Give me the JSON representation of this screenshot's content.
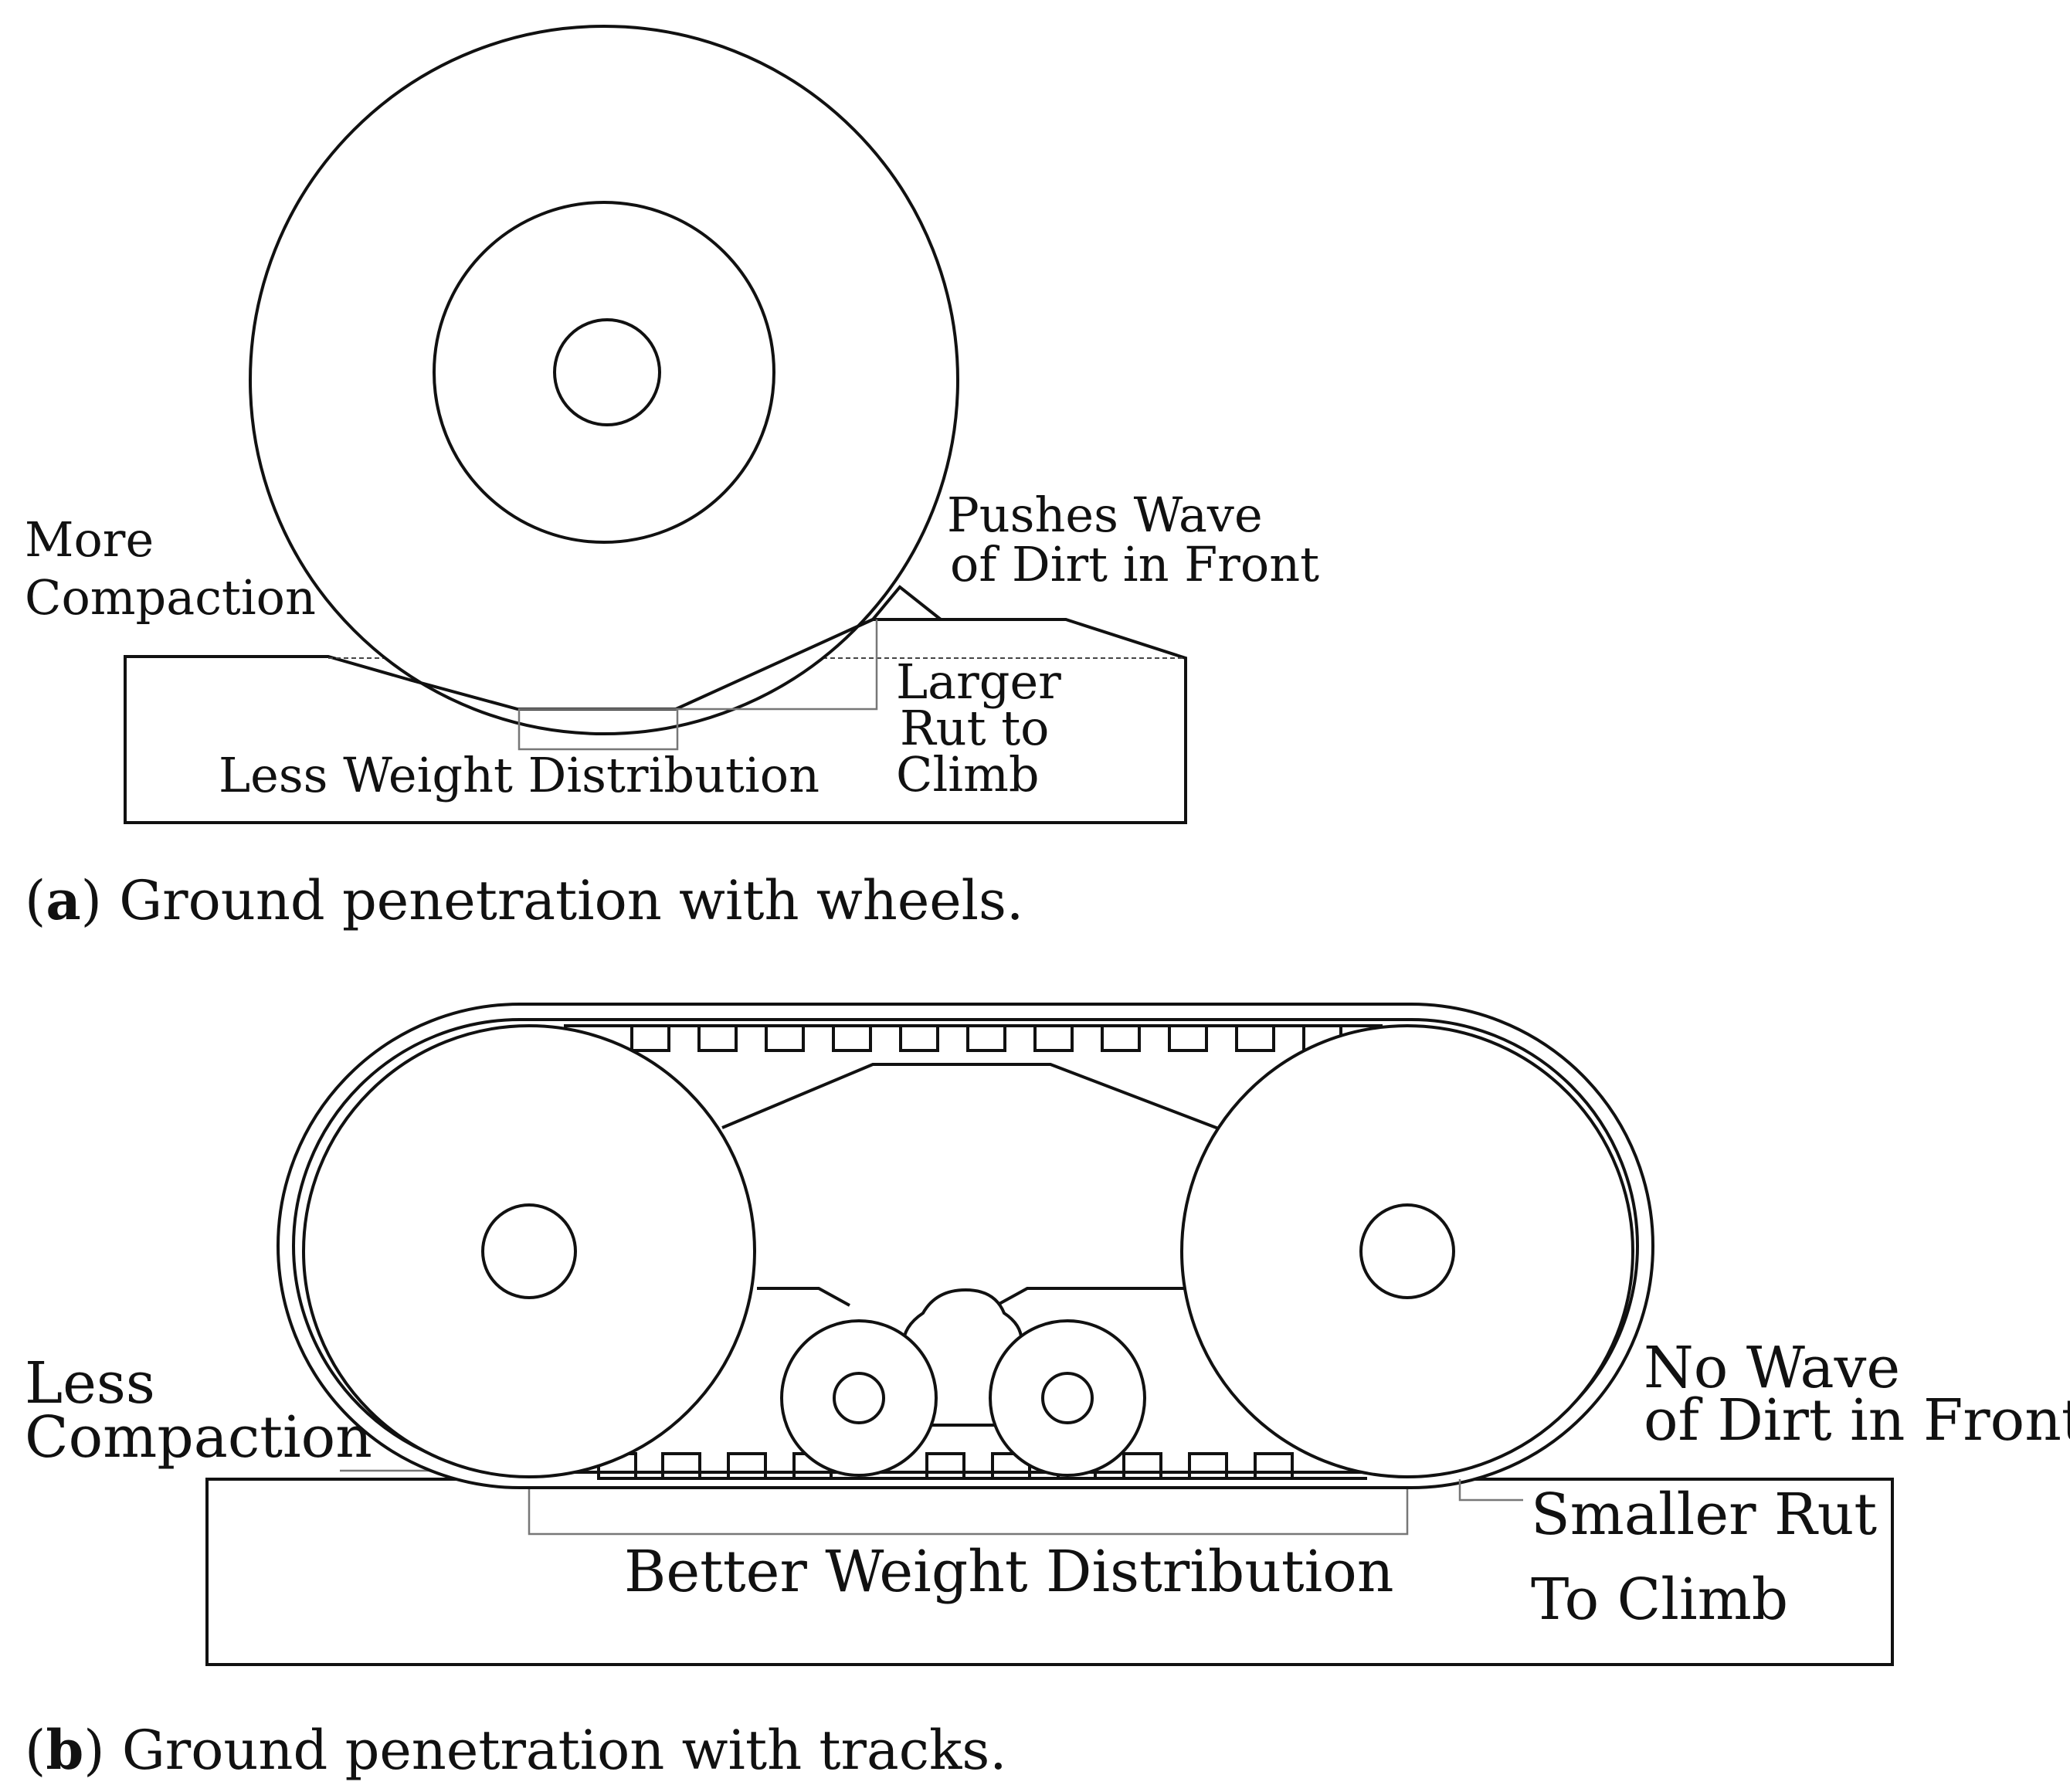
{
  "panel_a": {
    "labels": {
      "more_compaction_1": "More",
      "more_compaction_2": "Compaction",
      "pushes_wave_1": "Pushes Wave",
      "pushes_wave_2": "of Dirt in Front",
      "larger_rut_1": "Larger",
      "larger_rut_2": "Rut to",
      "larger_rut_3": "Climb",
      "less_weight": "Less Weight Distribution"
    },
    "caption": {
      "open": "(",
      "letter": "a",
      "text": ") Ground penetration with wheels."
    }
  },
  "panel_b": {
    "labels": {
      "less_compaction_1": "Less",
      "less_compaction_2": "Compaction",
      "no_wave_1": "No Wave",
      "no_wave_2": "of Dirt in Front",
      "smaller_rut_1": "Smaller Rut",
      "smaller_rut_2": "To Climb",
      "better_weight": "Better Weight Distribution"
    },
    "caption": {
      "open": "(",
      "letter": "b",
      "text": ") Ground penetration with tracks."
    }
  }
}
